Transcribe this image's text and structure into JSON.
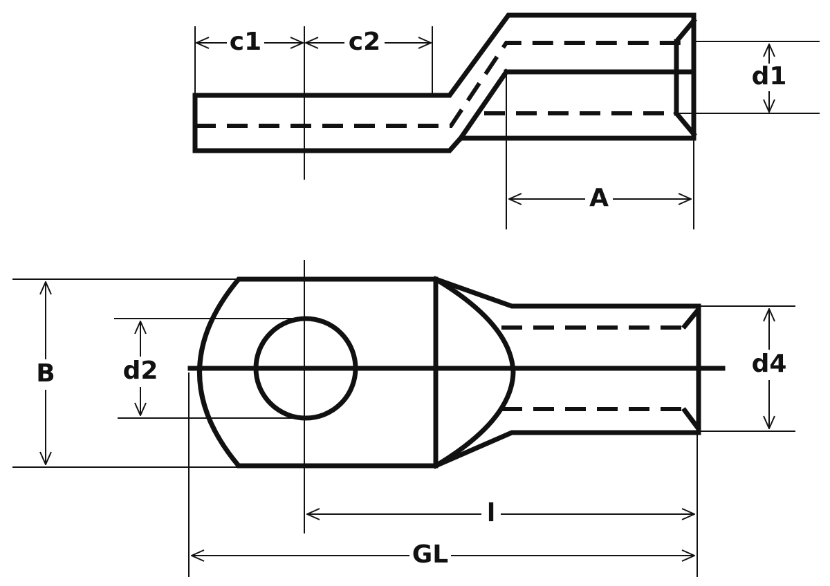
{
  "labels": {
    "c1": "c1",
    "c2": "c2",
    "d1": "d1",
    "a": "A",
    "b": "B",
    "d2": "d2",
    "d4": "d4",
    "l": "l",
    "gl": "GL"
  }
}
